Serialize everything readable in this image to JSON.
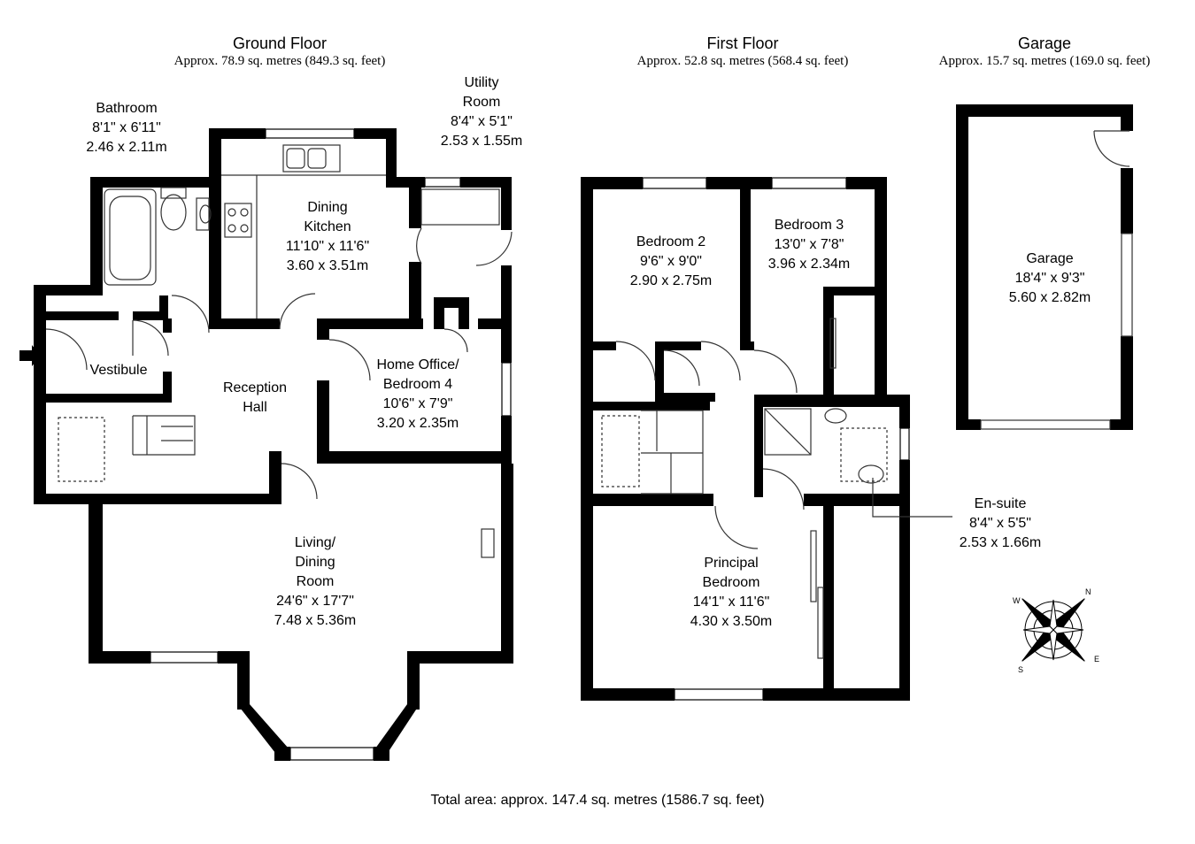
{
  "floors": {
    "ground": {
      "title": "Ground Floor",
      "area": "Approx. 78.9 sq. metres (849.3 sq. feet)"
    },
    "first": {
      "title": "First Floor",
      "area": "Approx. 52.8 sq. metres (568.4 sq. feet)"
    },
    "garage": {
      "title": "Garage",
      "area": "Approx. 15.7 sq. metres (169.0 sq. feet)"
    }
  },
  "rooms": {
    "bathroom": {
      "lines": [
        "Bathroom",
        "8'1\" x 6'11\"",
        "2.46 x 2.11m"
      ]
    },
    "utility": {
      "lines": [
        "Utility",
        "Room",
        "8'4\" x 5'1\"",
        "2.53 x 1.55m"
      ]
    },
    "kitchen": {
      "lines": [
        "Dining",
        "Kitchen",
        "11'10\" x 11'6\"",
        "3.60 x 3.51m"
      ]
    },
    "vestibule": {
      "lines": [
        "Vestibule"
      ]
    },
    "reception": {
      "lines": [
        "Reception",
        "Hall"
      ]
    },
    "office": {
      "lines": [
        "Home Office/",
        "Bedroom 4",
        "10'6\" x 7'9\"",
        "3.20 x 2.35m"
      ]
    },
    "living": {
      "lines": [
        "Living/",
        "Dining",
        "Room",
        "24'6\" x 17'7\"",
        "7.48 x 5.36m"
      ]
    },
    "bedroom2": {
      "lines": [
        "Bedroom 2",
        "9'6\" x 9'0\"",
        "2.90 x 2.75m"
      ]
    },
    "bedroom3": {
      "lines": [
        "Bedroom 3",
        "13'0\" x 7'8\"",
        "3.96 x 2.34m"
      ]
    },
    "ensuite": {
      "lines": [
        "En-suite",
        "8'4\" x 5'5\"",
        "2.53 x 1.66m"
      ]
    },
    "principal": {
      "lines": [
        "Principal",
        "Bedroom",
        "14'1\" x 11'6\"",
        "4.30 x 3.50m"
      ]
    },
    "garage": {
      "lines": [
        "Garage",
        "18'4\" x 9'3\"",
        "5.60 x 2.82m"
      ]
    }
  },
  "total": "Total area: approx. 147.4 sq. metres (1586.7 sq. feet)",
  "compass": {
    "letters": [
      "W",
      "N",
      "E",
      "S"
    ]
  },
  "colors": {
    "wall": "#000000",
    "fixture": "#444444",
    "window": "#888888"
  }
}
